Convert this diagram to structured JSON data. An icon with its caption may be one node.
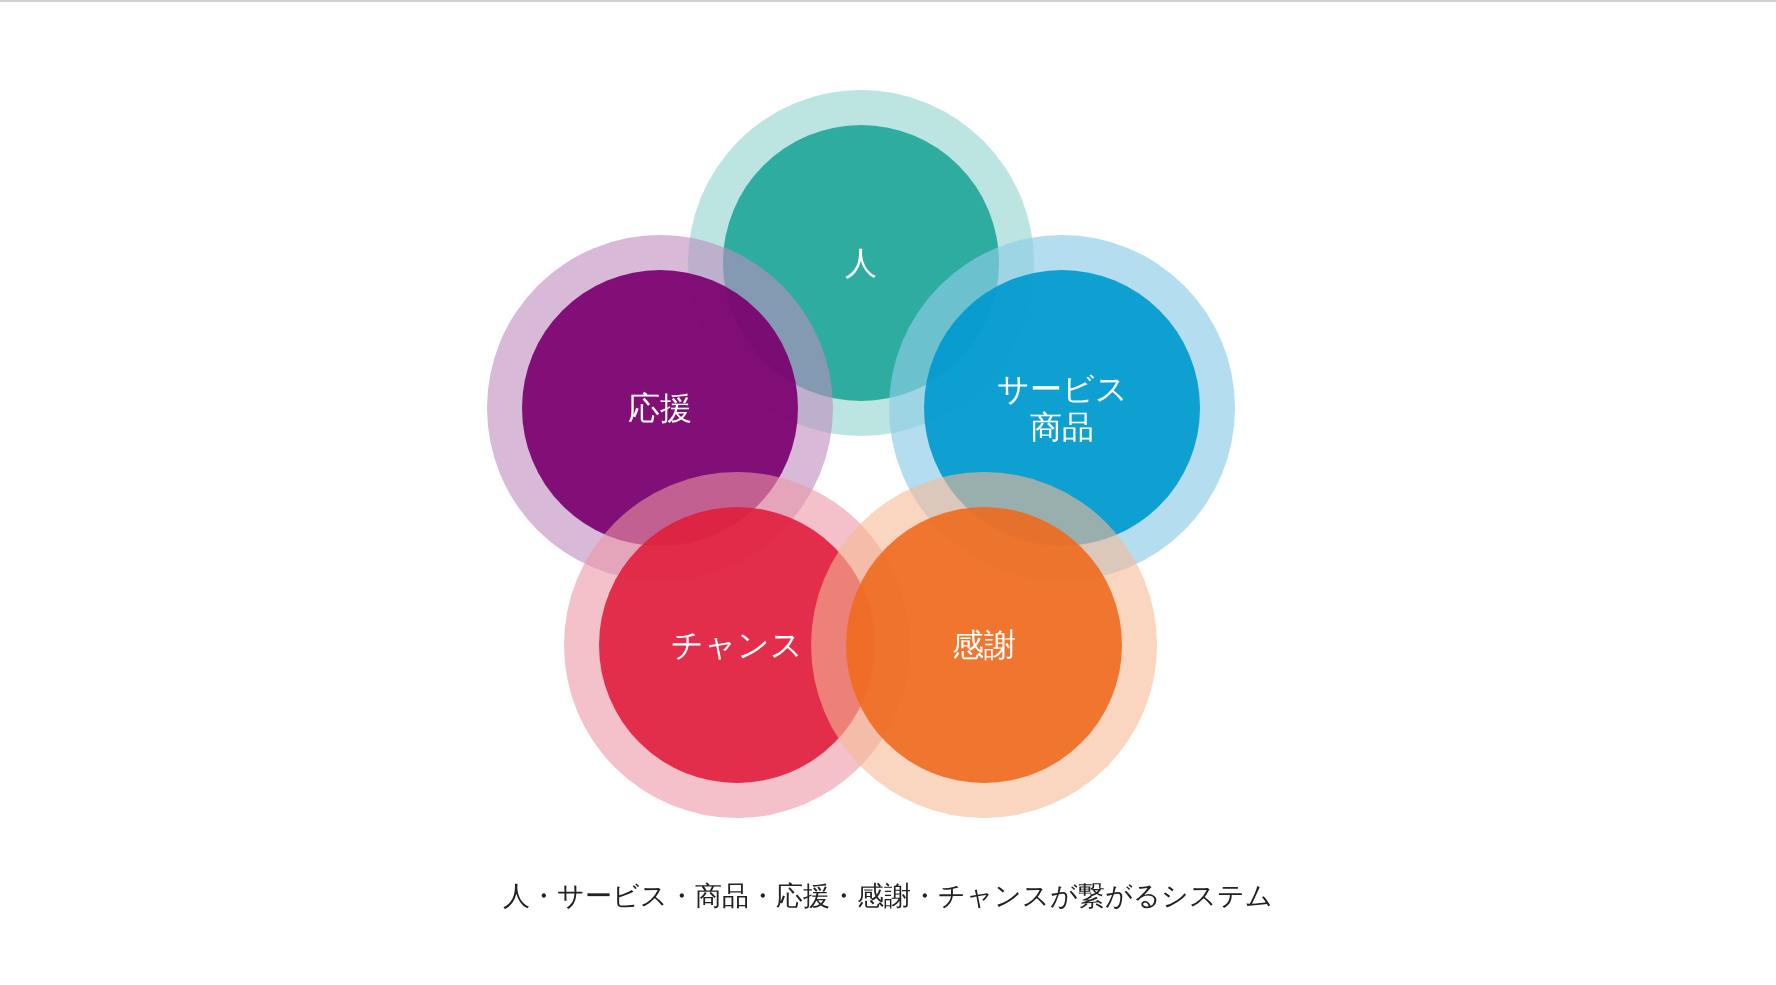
{
  "diagram": {
    "caption": "人・サービス・商品・応援・感謝・チャンスが繋がるシステム",
    "nodes": [
      {
        "text": [
          "人"
        ]
      },
      {
        "text": [
          "応援"
        ]
      },
      {
        "text": [
          "サービス商品"
        ]
      },
      {
        "text": [
          "チャンス"
        ]
      },
      {
        "text": [
          "感謝"
        ]
      }
    ],
    "edges": []
  }
}
